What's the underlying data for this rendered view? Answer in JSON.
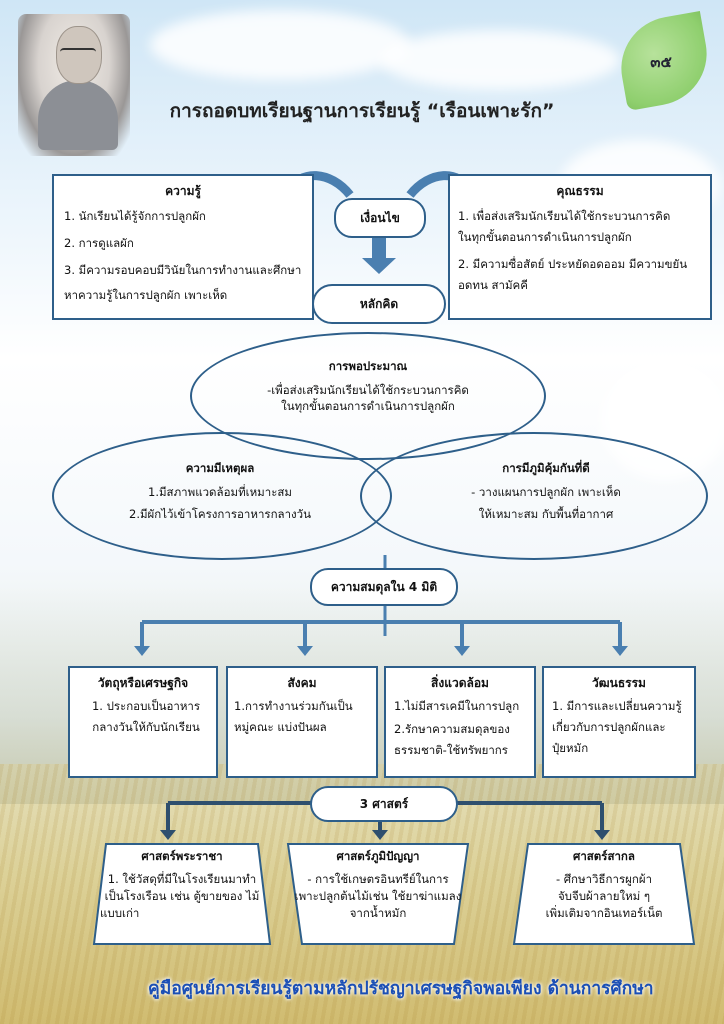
{
  "page_number": "๓๕",
  "title": "การถอดบทเรียนฐานการเรียนรู้ “เรือนเพาะรัก”",
  "knowledge": {
    "heading": "ความรู้",
    "items": [
      "1. นักเรียนได้รู้จักการปลูกผัก",
      "2. การดูแลผัก",
      "3. มีความรอบคอบมีวินัยในการทำงานและศึกษา",
      "    หาความรู้ในการปลูกผัก  เพาะเห็ด"
    ]
  },
  "morality": {
    "heading": "คุณธรรม",
    "items": [
      "1. เพื่อส่งเสริมนักเรียนได้ใช้กระบวนการคิด",
      "    ในทุกขั้นตอนการดำเนินการปลูกผัก",
      "2. มีความซื่อสัตย์ ประหยัดอดออม มีความขยัน",
      "    อดทน สามัคคี"
    ]
  },
  "condition_label": "เงื่อนไข",
  "principle_label": "หลักคิด",
  "moderation": {
    "heading": "การพอประมาณ",
    "lines": [
      "-เพื่อส่งเสริมนักเรียนได้ใช้กระบวนการคิด",
      "ในทุกขั้นตอนการดำเนินการปลูกผัก"
    ]
  },
  "reasonableness": {
    "heading": "ความมีเหตุผล",
    "lines": [
      "1.มีสภาพแวดล้อมที่เหมาะสม",
      "2.มีผักไว้เข้าโครงการอาหารกลางวัน"
    ]
  },
  "immunity": {
    "heading": "การมีภูมิคุ้มกันที่ดี",
    "lines": [
      "- วางแผนการปลูกผัก  เพาะเห็ด",
      "ให้เหมาะสม กับพื้นที่อากาศ"
    ]
  },
  "balance_label": "ความสมดุลใน 4 มิติ",
  "dimensions": [
    {
      "heading": "วัตถุหรือเศรษฐกิจ",
      "lines": [
        "1.  ประกอบเป็นอาหาร",
        "กลางวันให้กับนักเรียน"
      ]
    },
    {
      "heading": "สังคม",
      "lines": [
        "1.การทำงานร่วมกันเป็น",
        "หมู่คณะ  แบ่งปันผล"
      ]
    },
    {
      "heading": "สิ่งแวดล้อม",
      "lines": [
        "1.ไม่มีสารเคมีในการปลูก",
        "2.รักษาความสมดุลของ",
        "ธรรมชาติ-ใช้ทรัพยากร"
      ]
    },
    {
      "heading": "วัฒนธรรม",
      "lines": [
        "1.  มีการและเปลี่ยนความรู้",
        "เกี่ยวกับการปลูกผักและ",
        "ปุ๋ยหมัก"
      ]
    }
  ],
  "three_sciences_label": "3 ศาสตร์",
  "sciences": [
    {
      "heading": "ศาสตร์พระราชา",
      "lines": [
        "1.    ใช้วัสดุที่มีในโรงเรียนมาทำ",
        "เป็นโรงเรือน  เช่น  ตู้ขายของ  ไม้",
        "แบบเก่า"
      ]
    },
    {
      "heading": "ศาสตร์ภูมิปัญญา",
      "lines": [
        "- การใช้เกษตรอินทรีย์ในการ",
        "เพาะปลูกต้นไม้เช่น  ใช้ยาฆ่าแมลง",
        "จากน้ำหมัก"
      ]
    },
    {
      "heading": "ศาสตร์สากล",
      "lines": [
        "- ศึกษาวิธีการผูกผ้า",
        "จับจีบผ้าลายใหม่ ๆ",
        "เพิ่มเติมจากอินเทอร์เน็ต"
      ]
    }
  ],
  "footer": "คู่มือศูนย์การเรียนรู้ตามหลักปรัชญาเศรษฐกิจพอเพียง  ด้านการศึกษา",
  "colors": {
    "line": "#4a7fb0",
    "border": "#2e5f8a",
    "footer_text": "#1b4fb5",
    "leaf": "#8fcf6e"
  }
}
